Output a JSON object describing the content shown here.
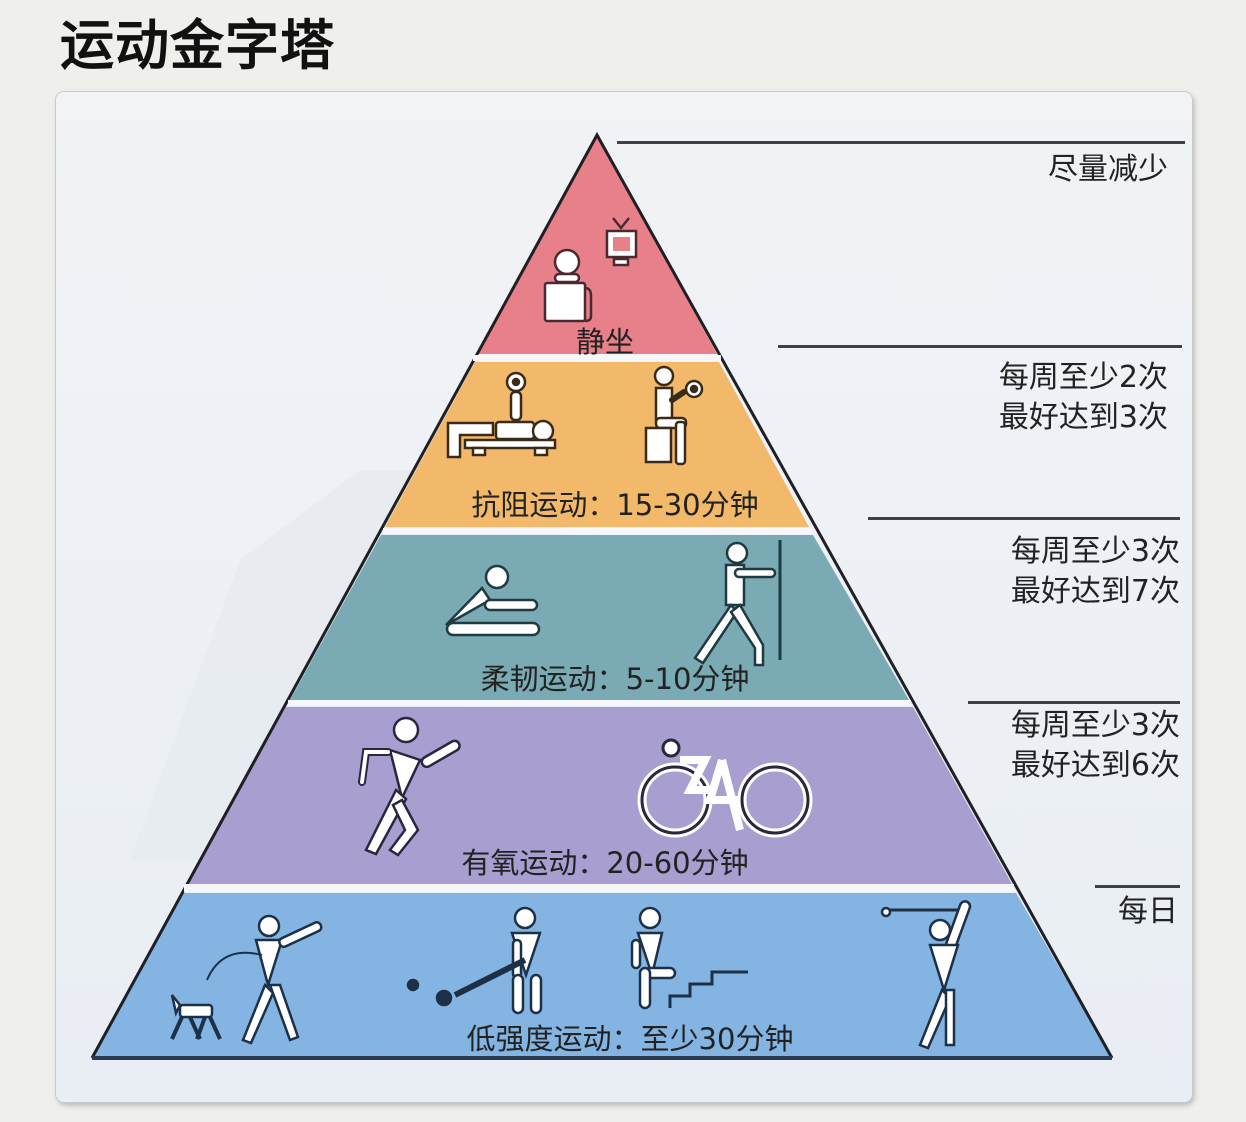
{
  "title": "运动金字塔",
  "colors": {
    "sedentary": "#e8808a",
    "resistance": "#f2b96b",
    "flexibility": "#7aaab4",
    "aerobic": "#a89fd0",
    "low_intensity": "#84b4e2",
    "outline": "#1f1f24",
    "panel_bg": "#eef1f5",
    "page_bg": "#efefec"
  },
  "pyramid": {
    "levels": [
      {
        "id": "sedentary",
        "label": "静坐",
        "frequency": [
          "尽量减少"
        ],
        "icons": [
          "person-at-desk-icon",
          "tv-icon"
        ]
      },
      {
        "id": "resistance",
        "label": "抗阻运动：15-30分钟",
        "frequency": [
          "每周至少2次",
          "最好达到3次"
        ],
        "icons": [
          "bench-press-icon",
          "seated-dumbbell-icon"
        ]
      },
      {
        "id": "flexibility",
        "label": "柔韧运动：5-10分钟",
        "frequency": [
          "每周至少3次",
          "最好达到7次"
        ],
        "icons": [
          "stretching-floor-icon",
          "wall-stretch-icon"
        ]
      },
      {
        "id": "aerobic",
        "label": "有氧运动：20-60分钟",
        "frequency": [
          "每周至少3次",
          "最好达到6次"
        ],
        "icons": [
          "running-icon",
          "cycling-icon"
        ]
      },
      {
        "id": "low_intensity",
        "label": "低强度运动：至少30分钟",
        "frequency": [
          "每日"
        ],
        "icons": [
          "dog-walking-icon",
          "sweeping-icon",
          "stair-climbing-icon",
          "golf-icon"
        ]
      }
    ]
  }
}
